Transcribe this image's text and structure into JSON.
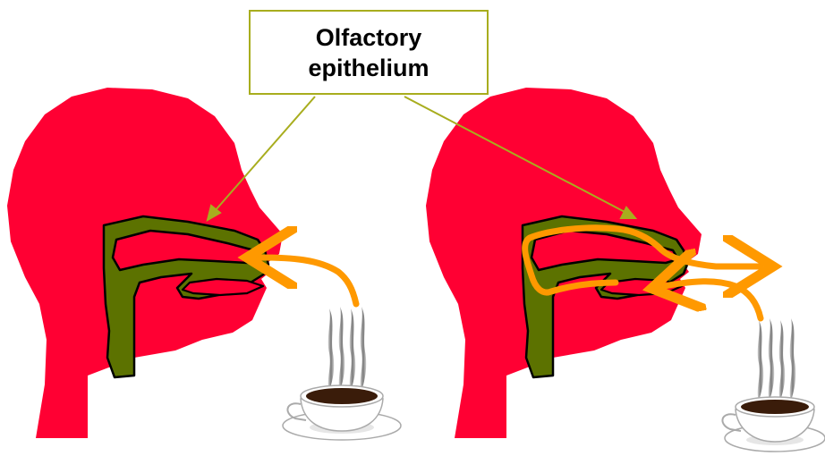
{
  "label": {
    "line1": "Olfactory",
    "line2": "epithelium"
  },
  "colors": {
    "head": "#ff0033",
    "nasal_passage": "#5c7200",
    "airflow_arrow": "#ff9900",
    "pointer_line": "#a8ad1e",
    "coffee": "#3a1c0a",
    "steam": "#999999"
  },
  "icons": [
    "head-left",
    "head-right",
    "nasal-cavity",
    "airflow-arrow",
    "coffee-cup",
    "steam"
  ]
}
